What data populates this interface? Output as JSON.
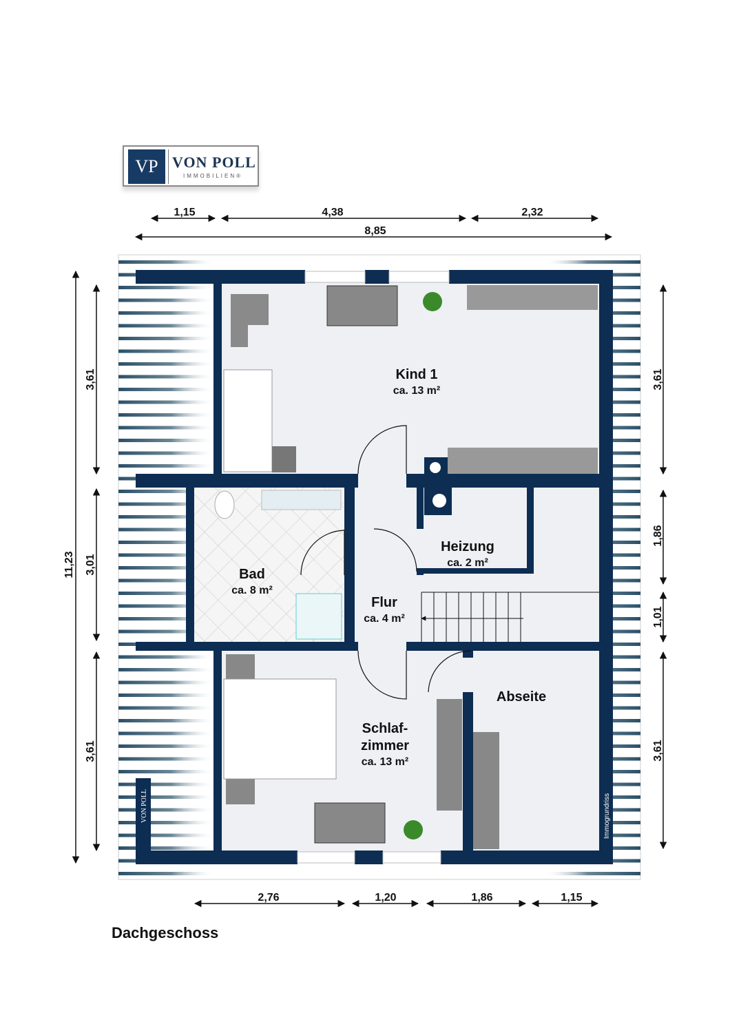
{
  "logo": {
    "mark": "VP",
    "name": "VON POLL",
    "sub": "IMMOBILIEN®"
  },
  "colors": {
    "wall": "#0d2d52",
    "floor": "#eef0f4",
    "tile": "#f4f4f4"
  },
  "dimensions": {
    "top": [
      "1,15",
      "4,38",
      "2,32"
    ],
    "total_width": "8,85",
    "left_total": "11,23",
    "left": [
      "3,61",
      "3,01",
      "3,61"
    ],
    "right": [
      "3,61",
      "1,86",
      "1,01",
      "3,61"
    ],
    "bottom": [
      "2,76",
      "1,20",
      "1,86",
      "1,15"
    ]
  },
  "rooms": {
    "kind1": {
      "name": "Kind 1",
      "area": "ca. 13 m²"
    },
    "bad": {
      "name": "Bad",
      "area": "ca. 8 m²"
    },
    "heizung": {
      "name": "Heizung",
      "area": "ca. 2 m²"
    },
    "flur": {
      "name": "Flur",
      "area": "ca. 4 m²"
    },
    "schlaf": {
      "name1": "Schlaf-",
      "name2": "zimmer",
      "area": "ca. 13 m²"
    },
    "abseite": {
      "name": "Abseite"
    }
  },
  "watermark_left": "VON POLL",
  "watermark_right": "Immogrundriss",
  "floor_title": "Dachgeschoss"
}
